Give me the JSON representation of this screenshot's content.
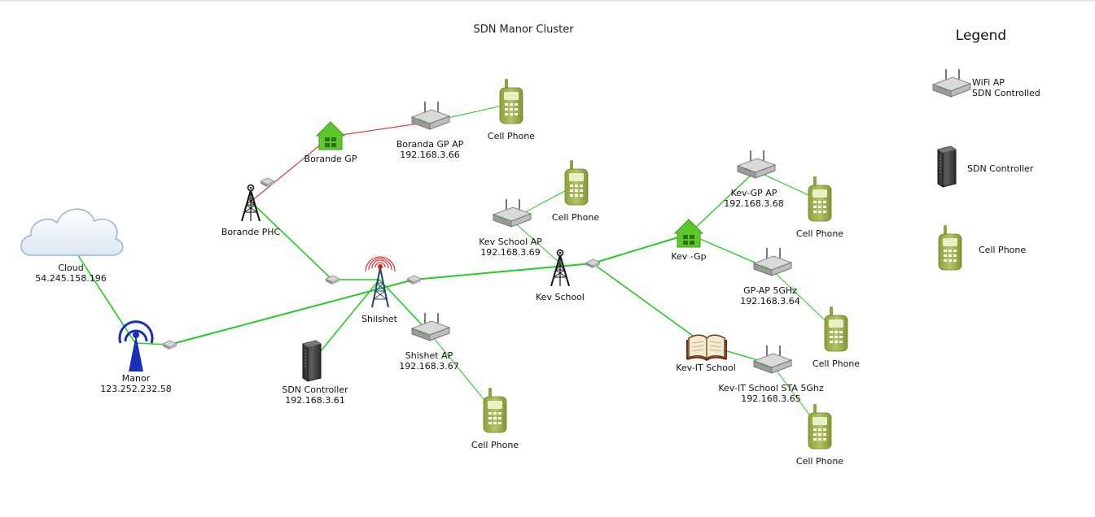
{
  "title": "SDN Manor Cluster",
  "legend": {
    "title": "Legend",
    "wifi_ap_line1": "WiFi AP",
    "wifi_ap_line2": "SDN Controlled",
    "sdn_controller": "SDN Controller",
    "cell_phone": "Cell Phone"
  },
  "nodes": {
    "cloud": {
      "name": "Cloud",
      "ip": "54.245.158.196"
    },
    "manor": {
      "name": "Manor",
      "ip": "123.252.232.58"
    },
    "borande_phc": {
      "name": "Borande PHC"
    },
    "borande_gp": {
      "name": "Borande GP"
    },
    "boranda_gp_ap": {
      "name": "Boranda GP AP",
      "ip": "192.168.3.66"
    },
    "cell_boranda": {
      "name": "Cell Phone"
    },
    "shilshet": {
      "name": "Shilshet"
    },
    "sdn_controller": {
      "name": "SDN Controller",
      "ip": "192.168.3.61"
    },
    "shishet_ap": {
      "name": "Shishet AP",
      "ip": "192.168.3.67"
    },
    "cell_shishet": {
      "name": "Cell Phone"
    },
    "kev_school_ap": {
      "name": "Kev School AP",
      "ip": "192.168.3.69"
    },
    "cell_kev_school": {
      "name": "Cell Phone"
    },
    "kev_school": {
      "name": "Kev School"
    },
    "kev_gp_site": {
      "name": "Kev -Gp"
    },
    "kev_gp_ap": {
      "name": "Kev-GP AP",
      "ip": "192.168.3.68"
    },
    "cell_kev_gp": {
      "name": "Cell Phone"
    },
    "gp_ap_5ghz": {
      "name": "GP-AP 5GHz",
      "ip": "192.168.3.64"
    },
    "cell_gp_ap": {
      "name": "Cell Phone"
    },
    "kev_it_school": {
      "name": "Kev-IT School"
    },
    "kev_it_sta": {
      "name": "Kev-IT School STA 5Ghz",
      "ip": "192.168.3.65"
    },
    "cell_kev_it": {
      "name": "Cell Phone"
    }
  },
  "colors": {
    "green_link": "#22cc22",
    "red_link": "#d83a3a",
    "phone": "#9bb24a",
    "house": "#5cc82b",
    "tower_blue": "#1a2fb8"
  }
}
